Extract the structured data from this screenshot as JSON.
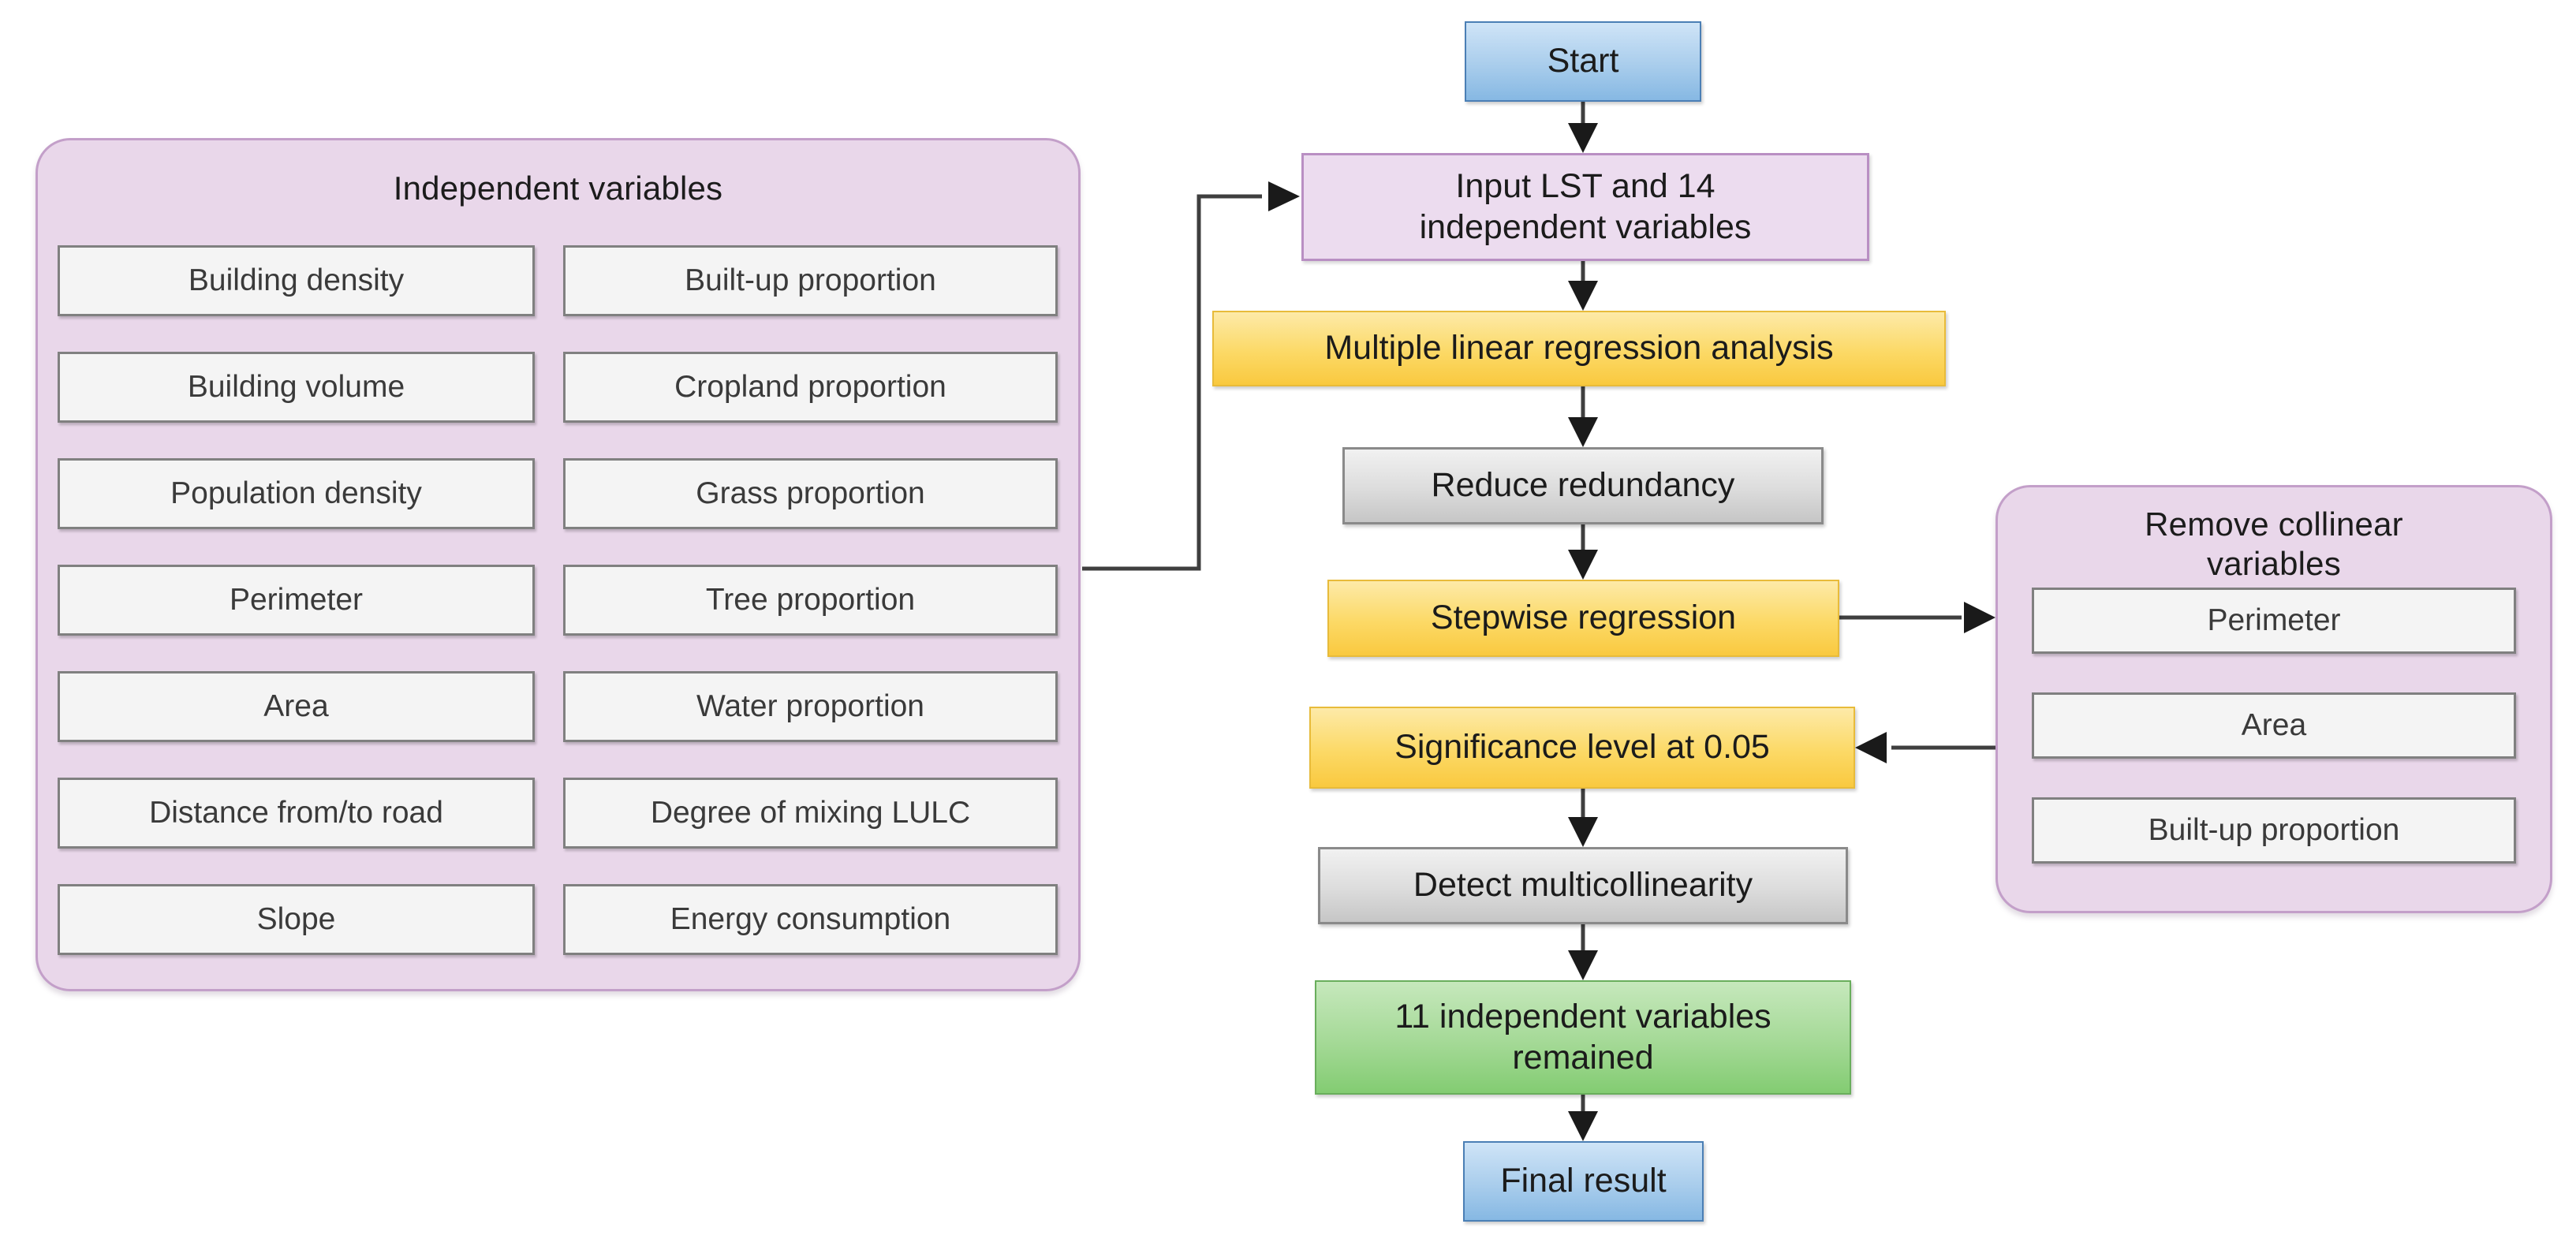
{
  "diagram": {
    "title_independent": "Independent variables",
    "title_collinear": "Remove collinear variables"
  },
  "independent_variables": {
    "panel_title": "Independent variables",
    "left_column": [
      "Building density",
      "Building volume",
      "Population density",
      "Perimeter",
      "Area",
      "Distance from/to road",
      "Slope"
    ],
    "right_column": [
      "Built-up proportion",
      "Cropland proportion",
      "Grass proportion",
      "Tree proportion",
      "Water proportion",
      "Degree of mixing LULC",
      "Energy consumption"
    ]
  },
  "collinear_panel": {
    "panel_title": "Remove collinear variables",
    "items": [
      "Perimeter",
      "Area",
      "Built-up proportion"
    ]
  },
  "flow": {
    "start": "Start",
    "input": "Input LST and 14 independent variables",
    "mlr": "Multiple linear regression analysis",
    "reduce": "Reduce redundancy",
    "stepwise": "Stepwise regression",
    "significance": "Significance level at 0.05",
    "detect": "Detect multicollinearity",
    "remained": "11 independent variables remained",
    "final": "Final result"
  },
  "colors": {
    "panel_fill": "#e9d7ea",
    "panel_border": "#c39fc9",
    "chip_fill": "#f4f4f4",
    "chip_border": "#808080",
    "blue": "#a9cdec",
    "purple": "#ecdcef",
    "yellow": "#fcd966",
    "gray": "#dcdcdc",
    "green": "#a4d996",
    "connector": "#3f3f3f"
  }
}
